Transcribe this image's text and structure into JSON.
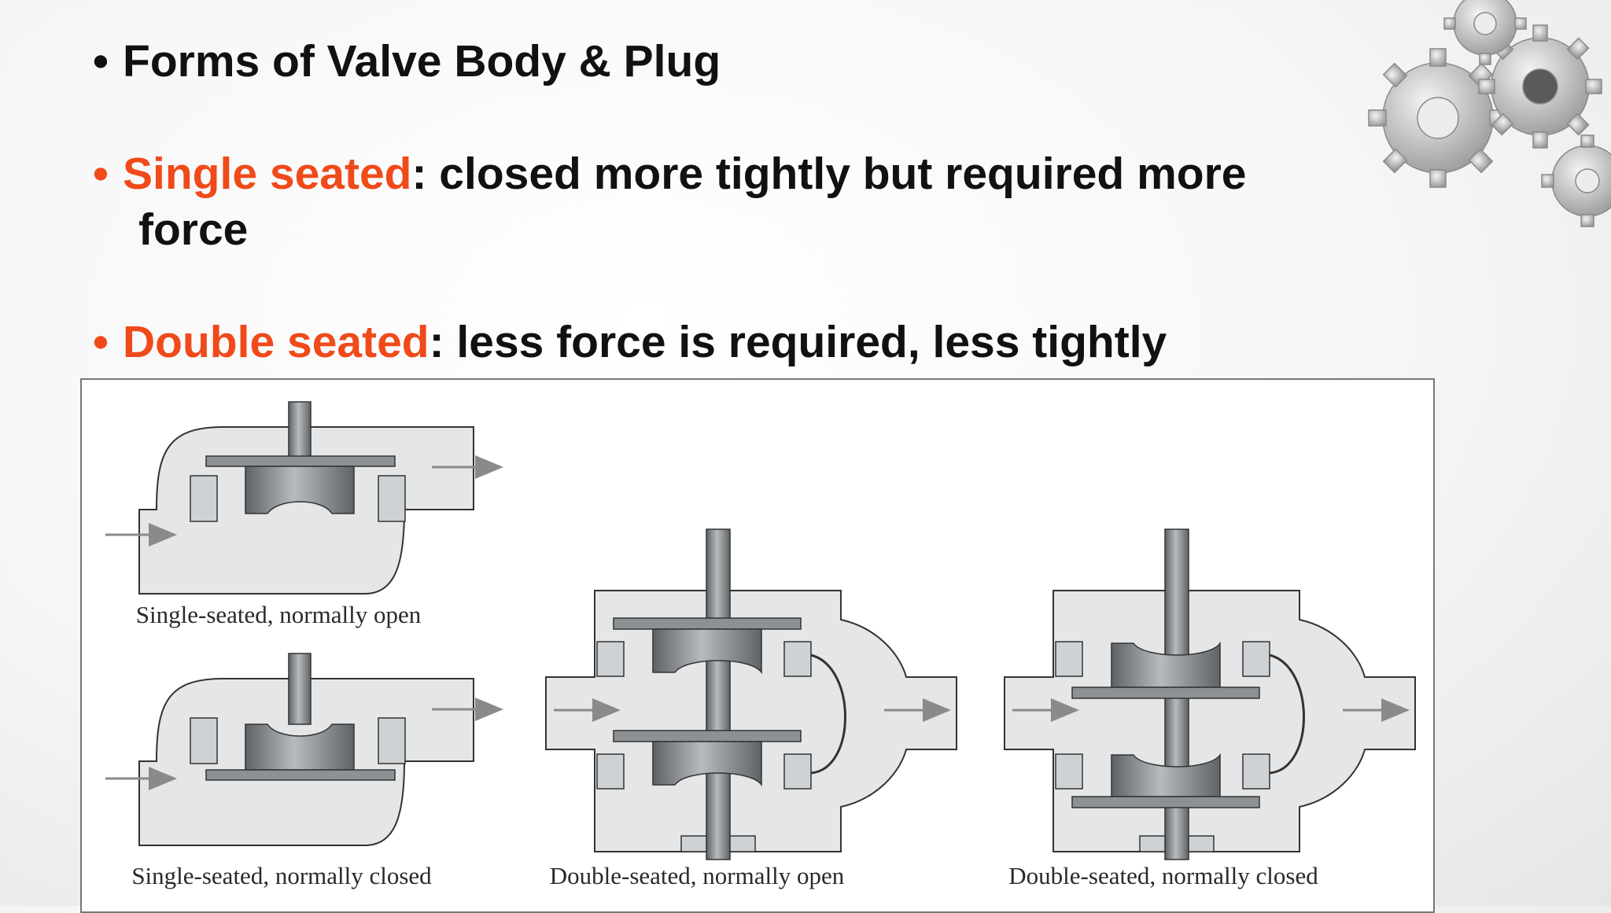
{
  "slide": {
    "bullet_char": "•",
    "title": "Forms of Valve Body & Plug",
    "single": {
      "term": "Single seated",
      "desc_line1": ": closed more tightly but required more",
      "desc_line2": "force"
    },
    "double": {
      "term": "Double seated",
      "desc": ": less force is required, less tightly"
    }
  },
  "figure": {
    "captions": {
      "single_open": "Single-seated, normally open",
      "single_closed": "Single-seated, normally closed",
      "double_open": "Double-seated, normally open",
      "double_closed": "Double-seated, normally closed"
    }
  },
  "colors": {
    "highlight": "#f04a1a",
    "body_fill": "#e4e6e7",
    "plug_metal": "#8e9194",
    "text": "#111111"
  },
  "icons": {
    "decor": "gears-icon",
    "flow": "flow-arrow-icon"
  }
}
